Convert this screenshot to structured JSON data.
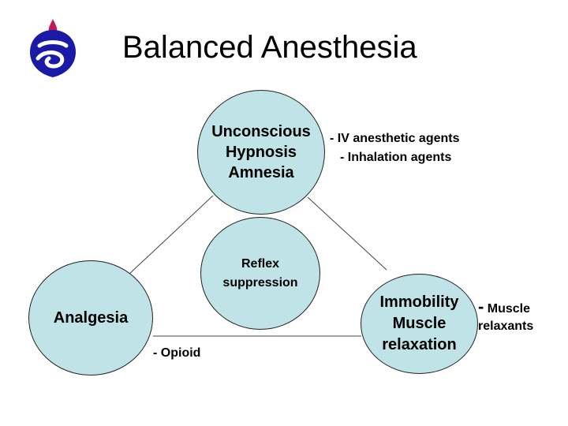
{
  "title": "Balanced Anesthesia",
  "colors": {
    "circle_fill": "#bfe3e6",
    "logo_blue": "#1a1aa6",
    "logo_tip": "#c2185b"
  },
  "icons": {
    "logo": "institution-logo-icon"
  },
  "nodes": {
    "top": {
      "lines": [
        "Unconscious",
        "Hypnosis",
        "Amnesia"
      ]
    },
    "center": {
      "lines": [
        "Reflex",
        "suppression"
      ]
    },
    "left": {
      "lines": [
        "Analgesia"
      ]
    },
    "right": {
      "lines": [
        "Immobility",
        "Muscle",
        "relaxation"
      ]
    }
  },
  "annotations": {
    "top": [
      "- IV anesthetic agents",
      "- Inhalation agents"
    ],
    "left": "- Opioid",
    "right": {
      "dash": "-",
      "line1": "Muscle",
      "line2": "relaxants"
    }
  }
}
